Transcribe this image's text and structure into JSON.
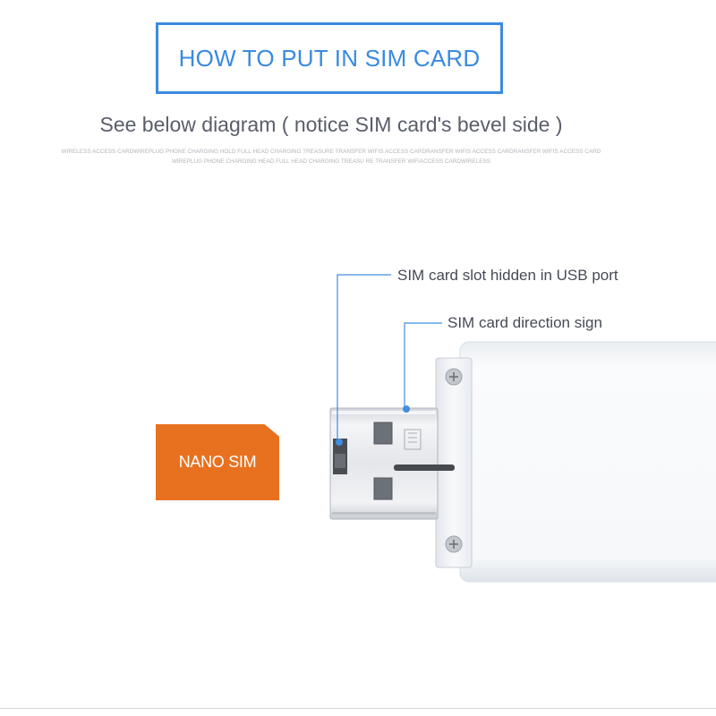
{
  "header": {
    "title": "HOW TO PUT IN SIM CARD",
    "subtitle": "See below diagram ( notice SIM card's bevel side )",
    "fine_print_line1": "WIRELESS ACCESS CARDWIREPLUG PHONE CHARGING HOLD FULL HEAD CHARGING TREASURE TRANSFER WIFIS ACCESS CARDRANSFER WIFIS ACCESS CARDRANSFER WIFIS ACCESS CARD",
    "fine_print_line2": "WIREPLUG PHONE CHARGING HEAD FULL HEAD CHARGING TREASU RE TRANSFER WIFIACCESS CARDWIRELESS"
  },
  "callouts": {
    "slot": "SIM card slot hidden in USB port",
    "direction": "SIM card direction sign"
  },
  "sim_card": {
    "label": "NANO SIM",
    "color": "#e8711f"
  },
  "colors": {
    "accent": "#3b8be0",
    "callout_line": "#3f8fe0",
    "device_body": "#f7f9fb"
  }
}
